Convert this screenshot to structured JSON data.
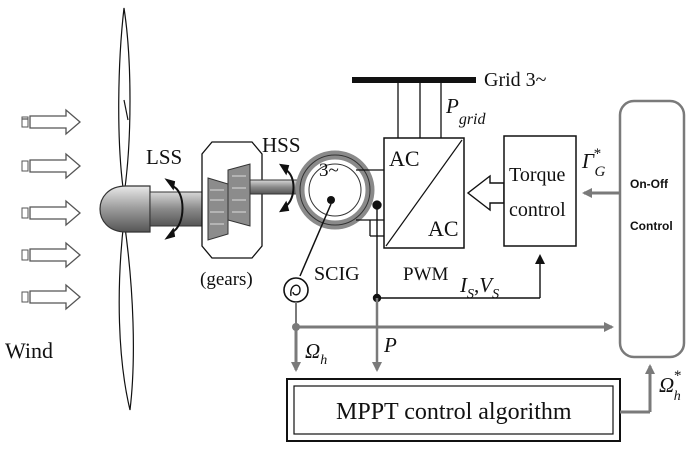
{
  "labels": {
    "wind": "Wind",
    "lss": "LSS",
    "hss": "HSS",
    "gears": "(gears)",
    "scig": "SCIG",
    "three_phase": "3~",
    "ac_top": "AC",
    "ac_bottom": "AC",
    "pwm": "PWM",
    "grid": "Grid 3~",
    "p_grid_main": "P",
    "p_grid_sub": "grid",
    "torque_line1": "Torque",
    "torque_line2": "control",
    "gamma_main": "Γ",
    "gamma_sup": "*",
    "gamma_sub": "G",
    "onoff_line1": "On-Off",
    "onoff_line2": "Control",
    "is_main": "I",
    "is_sub": "S",
    "comma": ",",
    "vs_main": "V",
    "vs_sub": "S",
    "omega_main": "Ω",
    "omega_sub": "h",
    "p_label": "P",
    "omega_ref_main": "Ω",
    "omega_ref_sup": "*",
    "omega_ref_sub": "h",
    "mppt": "MPPT control algorithm"
  },
  "colors": {
    "line": "#111111",
    "signal": "#7a7a7a",
    "box_fill": "#ffffff",
    "shaft": "#9a9a9a",
    "gear": "#8c8c8c"
  }
}
